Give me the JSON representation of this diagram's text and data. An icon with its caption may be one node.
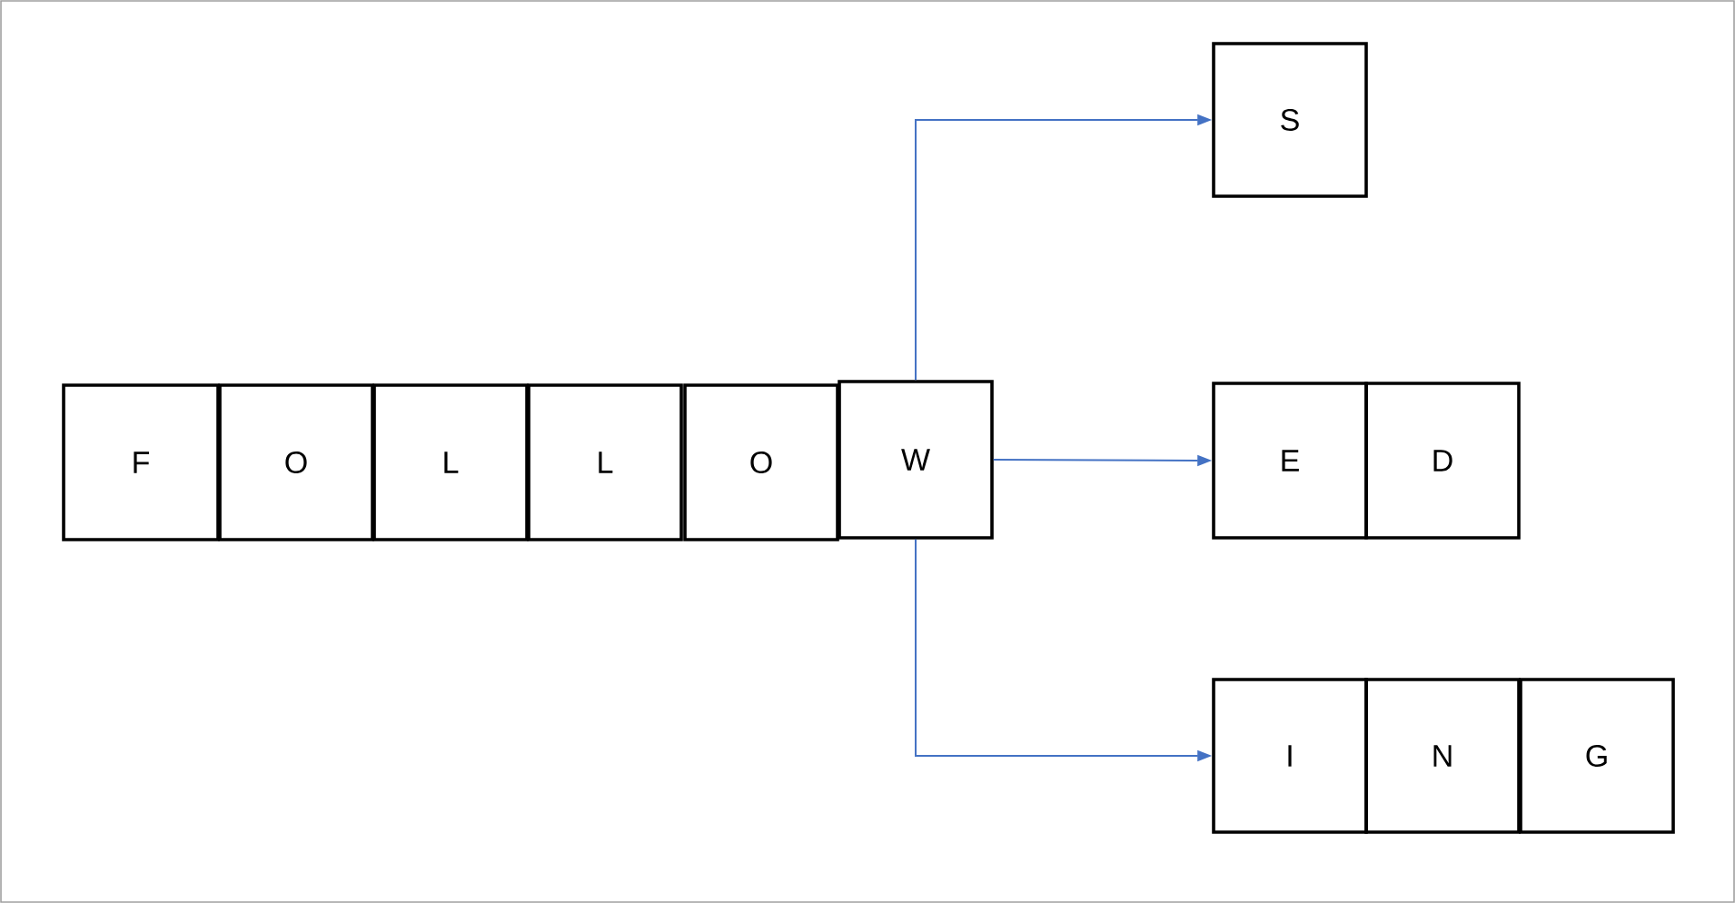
{
  "diagram": {
    "nodes": [
      {
        "text": [
          "F"
        ]
      },
      {
        "text": [
          "O"
        ]
      },
      {
        "text": [
          "L"
        ]
      },
      {
        "text": [
          "L"
        ]
      },
      {
        "text": [
          "O"
        ]
      },
      {
        "text": [
          "W"
        ]
      },
      {
        "text": [
          "S"
        ]
      },
      {
        "text": [
          "E"
        ]
      },
      {
        "text": [
          "D"
        ]
      },
      {
        "text": [
          "I"
        ]
      },
      {
        "text": [
          "N"
        ]
      },
      {
        "text": [
          "G"
        ]
      }
    ],
    "edges": [
      {
        "from": 5,
        "to": 6,
        "arrow": "to",
        "color": "#4472c4"
      },
      {
        "from": 5,
        "to": 7,
        "arrow": "to",
        "color": "#4472c4"
      },
      {
        "from": 5,
        "to": 9,
        "arrow": "to",
        "color": "#4472c4"
      }
    ]
  }
}
